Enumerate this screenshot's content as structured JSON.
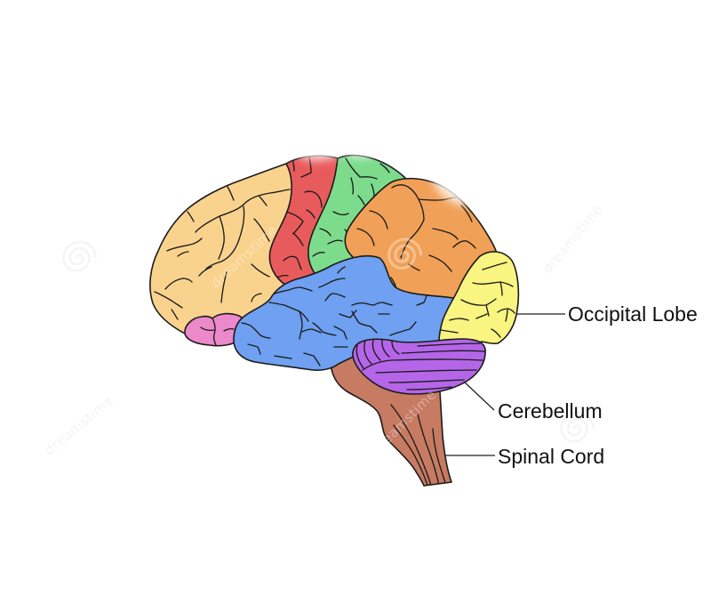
{
  "regions": {
    "frontal_lobe": {
      "fill": "#F9D38E"
    },
    "olfactory_region": {
      "fill": "#EC89CA"
    },
    "motor_cortex": {
      "fill": "#E85B5C"
    },
    "sensory_cortex": {
      "fill": "#7DDC8C"
    },
    "parietal_lobe": {
      "fill": "#F1A057"
    },
    "temporal_lobe": {
      "fill": "#6FA0F1"
    },
    "occipital_lobe": {
      "fill": "#FAF481"
    },
    "cerebellum": {
      "fill": "#B566E8"
    },
    "spinal_cord": {
      "fill": "#C67B62"
    }
  },
  "labels": {
    "occipital_lobe": "Occipital Lobe",
    "cerebellum": "Cerebellum",
    "spinal_cord": "Spinal Cord"
  },
  "watermark": {
    "text": "dreamstime"
  }
}
